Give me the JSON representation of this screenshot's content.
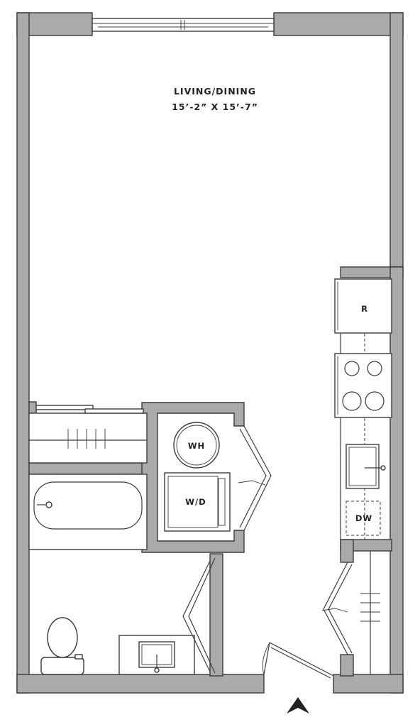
{
  "rooms": {
    "living_dining": {
      "name": "LIVING/DINING",
      "dimensions": "15’-2” X 15’-7”"
    }
  },
  "appliances": {
    "refrigerator": "R",
    "water_heater": "WH",
    "washer_dryer": "W/D",
    "dishwasher": "DW"
  },
  "icons": {
    "north_arrow": "north-arrow-icon"
  },
  "colors": {
    "wall_fill": "#a9aaac",
    "line": "#3a3b3d",
    "floor": "#ffffff"
  }
}
